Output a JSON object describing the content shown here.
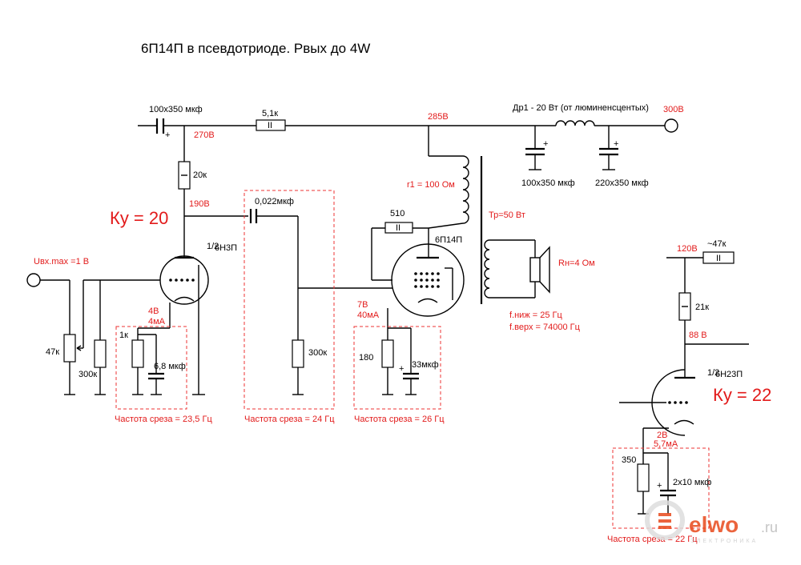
{
  "title": "6П14П в псевдотриоде. Рвых до 4W",
  "labels": {
    "c_in": "100х350 мкф",
    "r_51k": "5,1к",
    "v285": "285В",
    "dr1": "Др1 - 20 Вт (от люминенсцентых)",
    "v300": "300В",
    "v270": "270В",
    "r20k": "20к",
    "c1": "100х350 мкф",
    "c2": "220х350 мкф",
    "r1": "r1 = 100 Ом",
    "c022": "0,022мкф",
    "v190": "190В",
    "ku20": "Ку = 20",
    "r510": "510",
    "tube_6p14p": "6П14П",
    "tp": "Тр=50 Вт",
    "uvx": "Uвх.max =1 В",
    "tube_6n3p": "6Н3П",
    "half": "1/2",
    "rn": "Rн=4 Ом",
    "v120": "120В",
    "r47k_top": "~47к",
    "v4": "4В",
    "ma4": "4мА",
    "v7": "7В",
    "ma40": "40мА",
    "fniz": "f.ниж = 25 Гц",
    "fverh": "f.верх = 74000 Гц",
    "r1k": "1к",
    "r21k": "21к",
    "r47k": "47к",
    "c68": "6,8 мкф",
    "r300k_a": "300к",
    "r300k_b": "300к",
    "r180": "180",
    "c33": "33мкф",
    "v88": "88 В",
    "tube_6n23p": "6Н23П",
    "half2": "1/2",
    "ku22": "Ку = 22",
    "fc1": "Частота среза = 23,5 Гц",
    "fc2": "Частота среза = 24 Гц",
    "fc3": "Частота среза = 26 Гц",
    "v2": "2В",
    "ma57": "5,7мА",
    "r350": "350",
    "c2x10": "2х10 мкф",
    "fc4": "Частота среза = 22 Гц"
  },
  "watermark": {
    "brand": "elwo",
    "tld": ".ru",
    "sub": "ЭЛЕКТРОНИКА"
  },
  "colors": {
    "annotation": "#e21b1b",
    "wire": "#000000",
    "brand": "#e84a1c"
  }
}
